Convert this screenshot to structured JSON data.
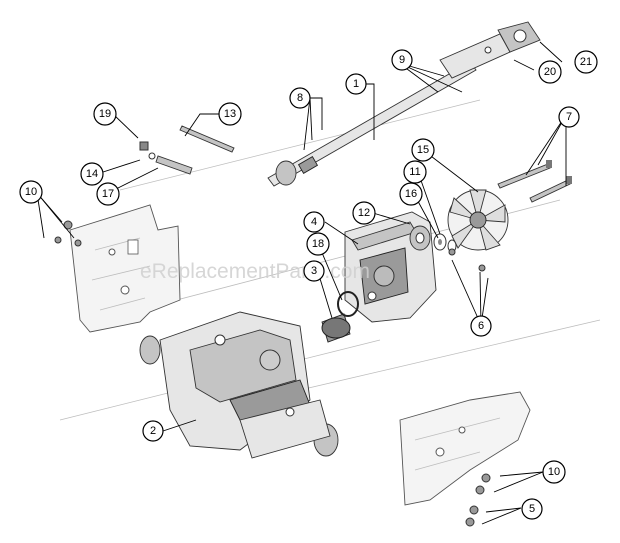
{
  "watermark": "eReplacementParts.com",
  "callouts": {
    "c1": "1",
    "c2": "2",
    "c3": "3",
    "c4": "4",
    "c5": "5",
    "c6": "6",
    "c7": "7",
    "c8": "8",
    "c9": "9",
    "c10a": "10",
    "c10b": "10",
    "c11": "11",
    "c12": "12",
    "c13": "13",
    "c14": "14",
    "c15": "15",
    "c16": "16",
    "c17": "17",
    "c18": "18",
    "c19": "19",
    "c20": "20",
    "c21": "21"
  }
}
